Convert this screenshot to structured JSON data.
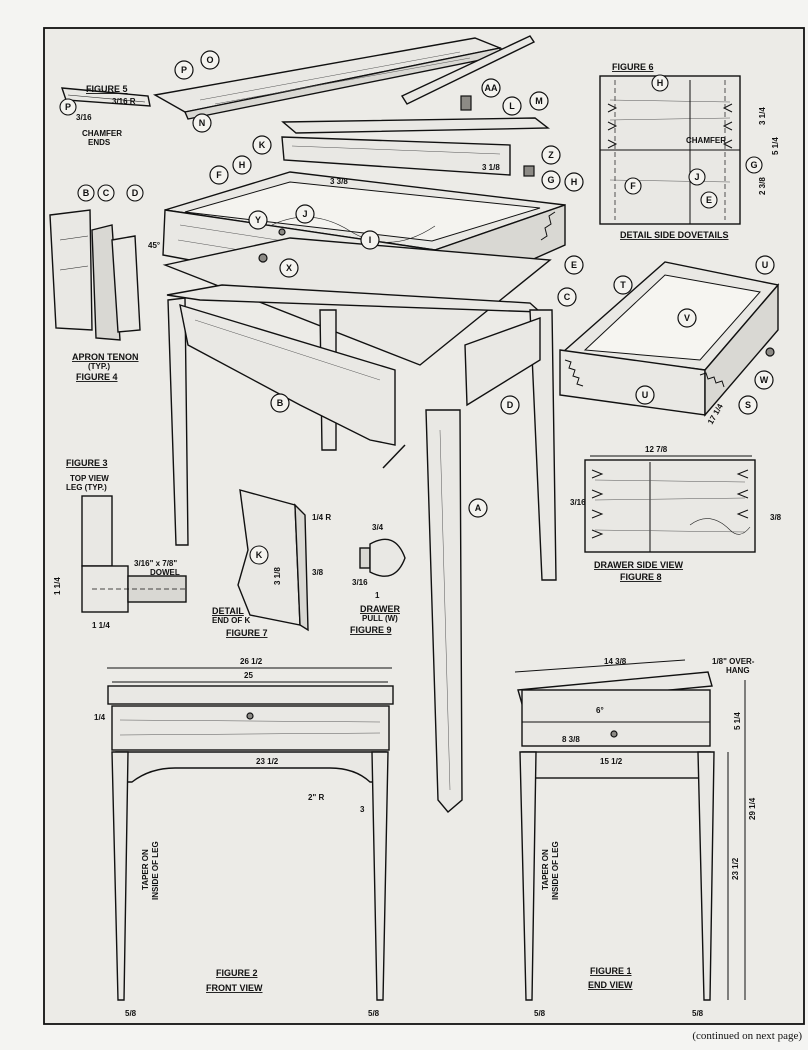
{
  "bubbles": {
    "P": "P",
    "O": "O",
    "N": "N",
    "AA": "AA",
    "L": "L",
    "M": "M",
    "K": "K",
    "Z": "Z",
    "G": "G",
    "H": "H",
    "F": "F",
    "Y": "Y",
    "J": "J",
    "I": "I",
    "X": "X",
    "E": "E",
    "C": "C",
    "B": "B",
    "D": "D",
    "A": "A",
    "T": "T",
    "U": "U",
    "V": "V",
    "S": "S",
    "W": "W"
  },
  "figure4": {
    "label_bcd": "B, C or D",
    "caption": "APRON TENON",
    "typ": "(TYP.)",
    "fig": "FIGURE 4",
    "angle": "45°"
  },
  "figure5": {
    "fig": "FIGURE 5",
    "dim": "3/16 R",
    "dim2": "3/16",
    "note1": "CHAMFER",
    "note2": "ENDS"
  },
  "figure6": {
    "fig": "FIGURE 6",
    "caption": "DETAIL SIDE DOVETAILS",
    "chamfer": "CHAMFER",
    "dim_h": "3 1/4",
    "dim_h2": "5 1/4",
    "dim_h3": "2 3/8"
  },
  "figure3": {
    "fig": "FIGURE 3",
    "caption1": "TOP VIEW",
    "caption2": "LEG (TYP.)",
    "dowel": "3/16\" x 7/8\"",
    "dowel2": "DOWEL",
    "d1": "1 1/4",
    "d2": "1 1/4"
  },
  "figure7": {
    "fig": "FIGURE 7",
    "caption1": "DETAIL",
    "caption2": "END OF K",
    "d1": "1/4 R",
    "d2": "3 1/8",
    "d3": "3/8"
  },
  "figure9": {
    "fig": "FIGURE 9",
    "caption1": "DRAWER",
    "caption2": "PULL (W)",
    "d1": "3/4",
    "d2": "3/16",
    "d3": "1"
  },
  "figure8": {
    "fig": "FIGURE 8",
    "caption": "DRAWER SIDE VIEW",
    "d1": "12 7/8",
    "d2": "3/16",
    "d3": "3/8"
  },
  "drawer_dim": "17 1/4",
  "callout_3_8": "3 3/8",
  "callout_K": "3 1/8",
  "figure2": {
    "fig": "FIGURE 2",
    "caption": "FRONT VIEW",
    "w_total": "26 1/2",
    "w_inner": "25",
    "w_apron": "23 1/2",
    "r2": "2\" R",
    "d3": "3",
    "d_top": "1/4",
    "d_taper": "TAPER ON",
    "d_taper2": "INSIDE OF LEG",
    "foot": "5/8"
  },
  "figure1": {
    "fig": "FIGURE 1",
    "caption": "END VIEW",
    "w_top": "14 3/8",
    "w_apron": "15 1/2",
    "w_drawer": "8 3/8",
    "overhang": "1/8\" OVER-",
    "overhang2": "HANG",
    "angle": "6°",
    "h_total": "29 1/4",
    "h_leg": "23 1/2",
    "h_box": "5 1/4",
    "d_taper": "TAPER ON",
    "d_taper2": "INSIDE OF LEG",
    "foot": "5/8"
  },
  "footer": "(continued on next page)"
}
